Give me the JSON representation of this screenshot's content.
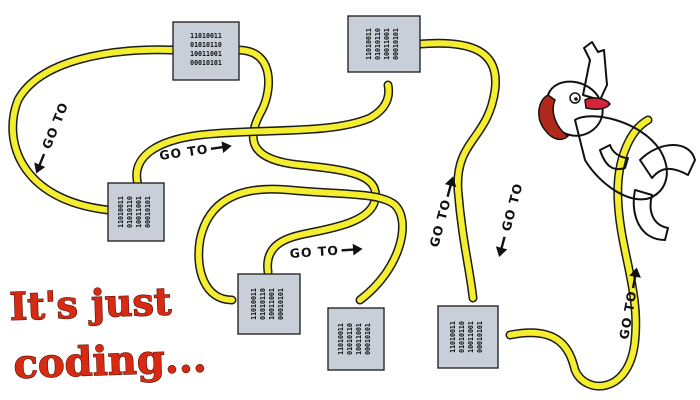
{
  "caption": {
    "line1": "It's just",
    "line2": "coding..."
  },
  "code_box": {
    "lines": [
      "11010011",
      "01010110",
      "10011001",
      "00010101"
    ]
  },
  "goto_label": "GO TO",
  "colors": {
    "wire": "#f4ee2e",
    "box": "#c9cfd8",
    "caption": "#d62a12",
    "tongue": "#d8243a",
    "hair": "#b0291b"
  }
}
